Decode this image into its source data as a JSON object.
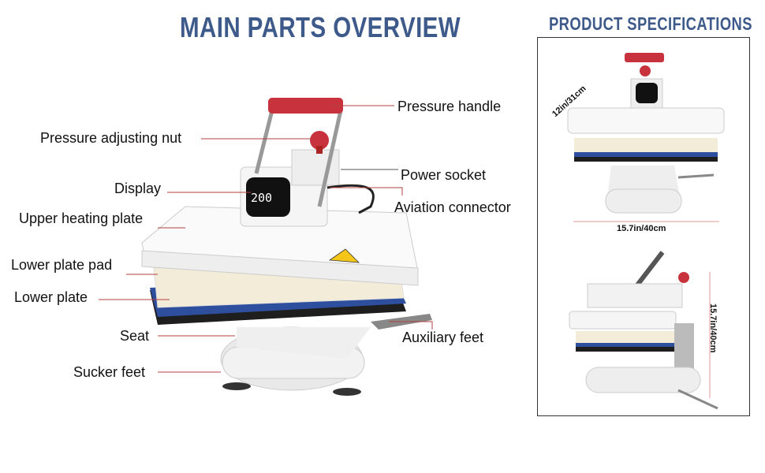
{
  "main_title": "MAIN PARTS OVERVIEW",
  "spec_title": "PRODUCT SPECIFICATIONS",
  "labels": {
    "pressure_handle": "Pressure handle",
    "pressure_adjusting_nut": "Pressure adjusting nut",
    "power_socket": "Power socket",
    "display": "Display",
    "aviation_connector": "Aviation connector",
    "upper_heating_plate": "Upper heating plate",
    "lower_plate_pad": "Lower plate pad",
    "lower_plate": "Lower plate",
    "seat": "Seat",
    "auxiliary_feet": "Auxiliary feet",
    "sucker_feet": "Sucker feet"
  },
  "display_readout": "200",
  "specs": {
    "depth": "12in/31cm",
    "width": "15.7in/40cm",
    "height": "15.7in/40cm"
  },
  "colors": {
    "title": "#3d5a8a",
    "handle": "#c8323c",
    "pad_blue": "#2d4f9e",
    "leader_line": "#b04040"
  }
}
